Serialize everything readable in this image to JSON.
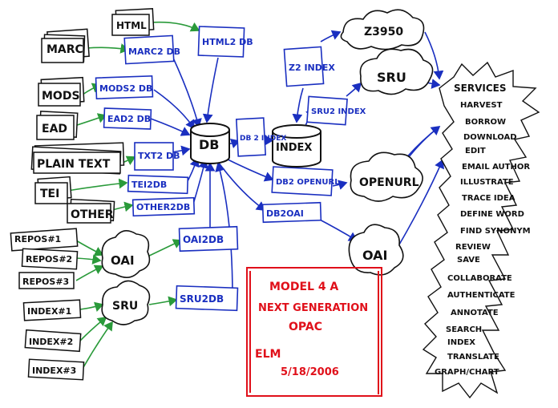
{
  "sources": {
    "marc": "MARC",
    "html": "HTML",
    "mods": "MODS",
    "ead": "EAD",
    "plain_text": "PLAIN TEXT",
    "tei": "TEI",
    "other": "OTHER"
  },
  "converters": {
    "marc2db": "MARC2 DB",
    "html2db": "HTML2 DB",
    "mods2db": "MODS2 DB",
    "ead2db": "EAD2 DB",
    "txt2db": "TXT2 DB",
    "tei2db": "TEI2DB",
    "other2db": "OTHER2DB",
    "oai2db": "OAI2DB",
    "sru2db": "SRU2DB"
  },
  "core": {
    "db": "DB",
    "db2index": "DB 2 INDEX",
    "index": "INDEX",
    "db2openurl": "DB2 OPENURL",
    "db2oai": "DB2OAI",
    "z2index": "Z2 INDEX",
    "sru2index": "SRU2 INDEX"
  },
  "clouds": {
    "z3950": "Z3950",
    "sru_top": "SRU",
    "openurl": "OPENURL",
    "oai_out": "OAI",
    "oai_in": "OAI",
    "sru_in": "SRU"
  },
  "repos": [
    "REPOS#1",
    "REPOS#2",
    "REPOS#3"
  ],
  "indexes": [
    "INDEX#1",
    "INDEX#2",
    "INDEX#3"
  ],
  "services": {
    "title": "SERVICES",
    "items": [
      "HARVEST",
      "BORROW",
      "DOWNLOAD",
      "EDIT",
      "EMAIL AUTHOR",
      "ILLUSTRATE",
      "TRACE IDEA",
      "DEFINE WORD",
      "FIND SYNONYM",
      "REVIEW",
      "SAVE",
      "COLLABORATE",
      "AUTHENTICATE",
      "ANNOTATE",
      "SEARCH",
      "INDEX",
      "TRANSLATE",
      "GRAPH/CHART"
    ]
  },
  "note": {
    "line1": "MODEL 4 A",
    "line2": "NEXT GENERATION",
    "line3": "OPAC",
    "author": "ELM",
    "date": "5/18/2006"
  },
  "colors": {
    "ink_black": "#111111",
    "ink_blue": "#1a2fc0",
    "ink_green": "#2a9a3a",
    "ink_red": "#e0101a"
  }
}
